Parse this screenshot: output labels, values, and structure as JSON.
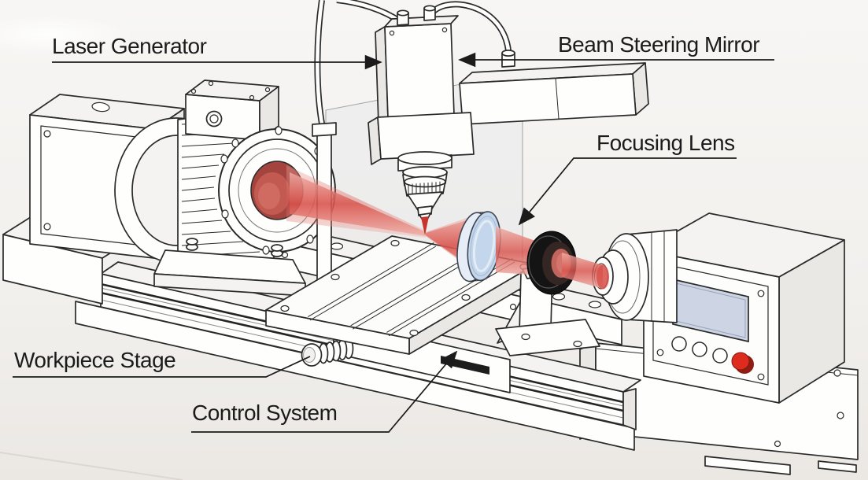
{
  "callouts": [
    {
      "label": "Laser Generator",
      "target": "laser-head"
    },
    {
      "label": "Beam Steering Mirror",
      "target": "laser-head"
    },
    {
      "label": "Focusing Lens",
      "target": "focusing-lens"
    },
    {
      "label": "Workpiece Stage",
      "target": "stage-handwheel"
    },
    {
      "label": "Control System",
      "target": "stage-linear-guide"
    }
  ],
  "components": [
    "motor-assembly",
    "laser-head",
    "support-post",
    "shield-panel",
    "workpiece-stage",
    "machine-bed",
    "focusing-lens",
    "beam-aperture-ring",
    "spindle-chuck",
    "control-unit",
    "laser-beam",
    "control-screen",
    "emergency-stop-button"
  ],
  "colors": {
    "background": "#f2f0ed",
    "line": "#2a2a2a",
    "label_text": "#1b1b1b",
    "beam": "#d8524b",
    "beam_light": "#efaea6",
    "lens": "#c4d6eb",
    "lens_rim": "#e6edf6",
    "screen": "#cdd5e5",
    "stop_button": "#dd2c1e"
  }
}
